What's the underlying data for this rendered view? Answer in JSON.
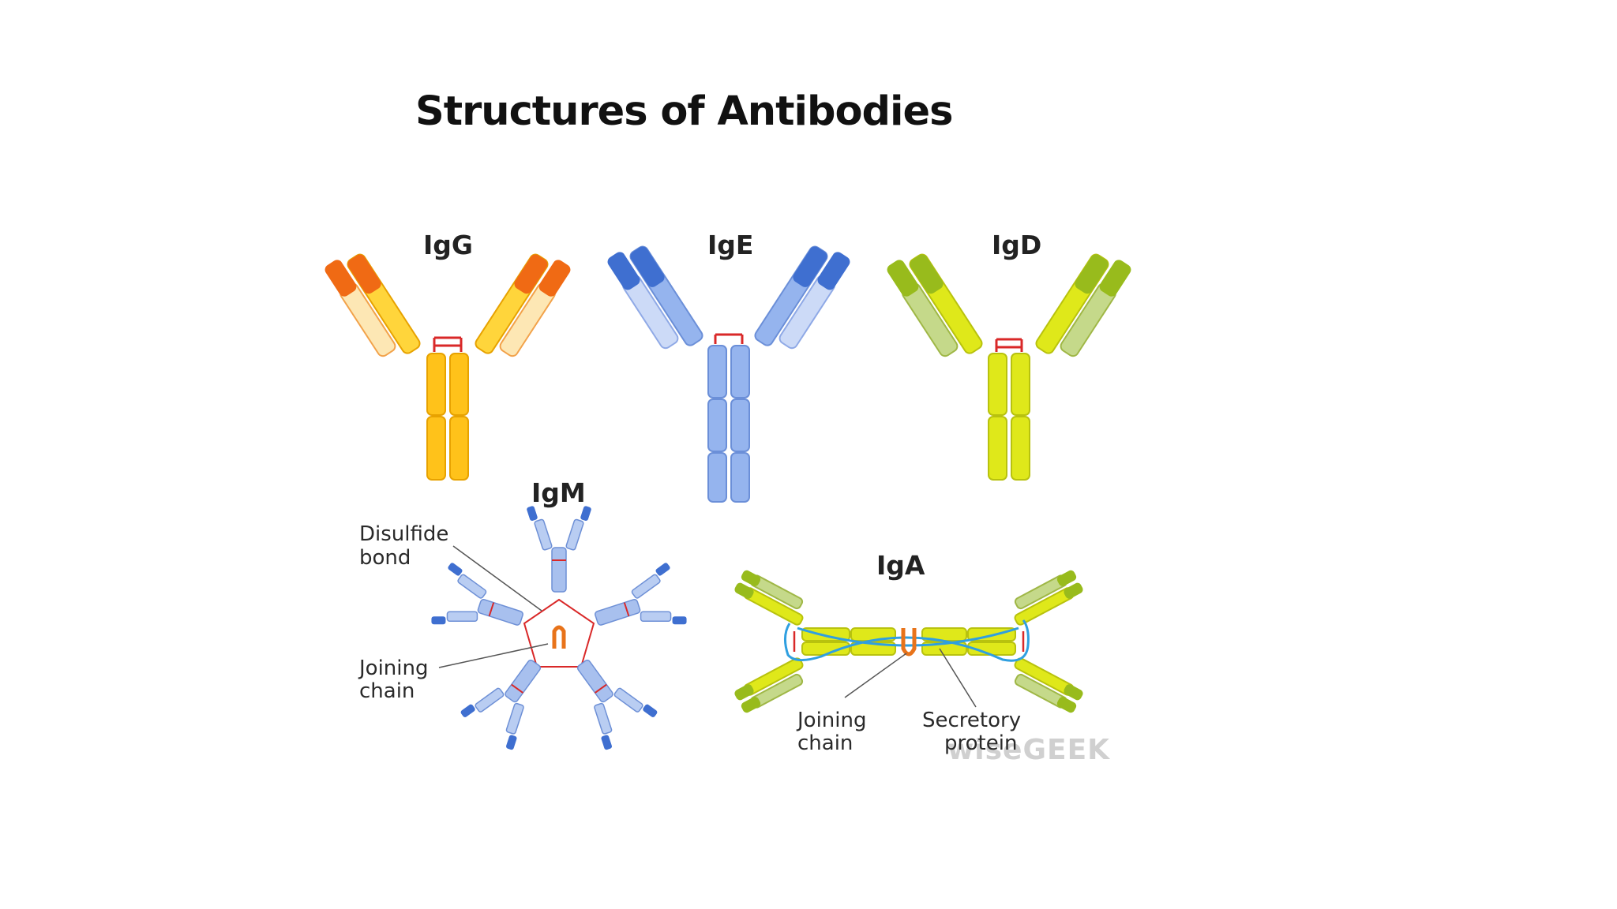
{
  "slide": {
    "title": "Structures of Antibodies"
  },
  "antibodies": {
    "igg": {
      "label": "IgG"
    },
    "ige": {
      "label": "IgE"
    },
    "igd": {
      "label": "IgD"
    },
    "igm": {
      "label": "IgM"
    },
    "iga": {
      "label": "IgA"
    }
  },
  "callouts": {
    "disulfide_line1": "Disulfide",
    "disulfide_line2": "bond",
    "igm_joining_line1": "Joining",
    "igm_joining_line2": "chain",
    "iga_joining_line1": "Joining",
    "iga_joining_line2": "chain",
    "secretory_line1": "Secretory",
    "secretory_line2": "protein"
  },
  "watermark": {
    "text": "wiseGEEK"
  },
  "colors": {
    "igg_dark": "#f06a14",
    "igg_mid": "#ffc21a",
    "igg_light": "#fde7b4",
    "ige_dark": "#3f6fd0",
    "ige_mid": "#95b4ee",
    "ige_light": "#ccdaf7",
    "igd_dark": "#98bb1c",
    "igd_mid": "#dfe81a",
    "igd_light": "#c5d98a",
    "bond": "#d92828",
    "secretory": "#2f9fe0",
    "joining": "#e8731a"
  }
}
